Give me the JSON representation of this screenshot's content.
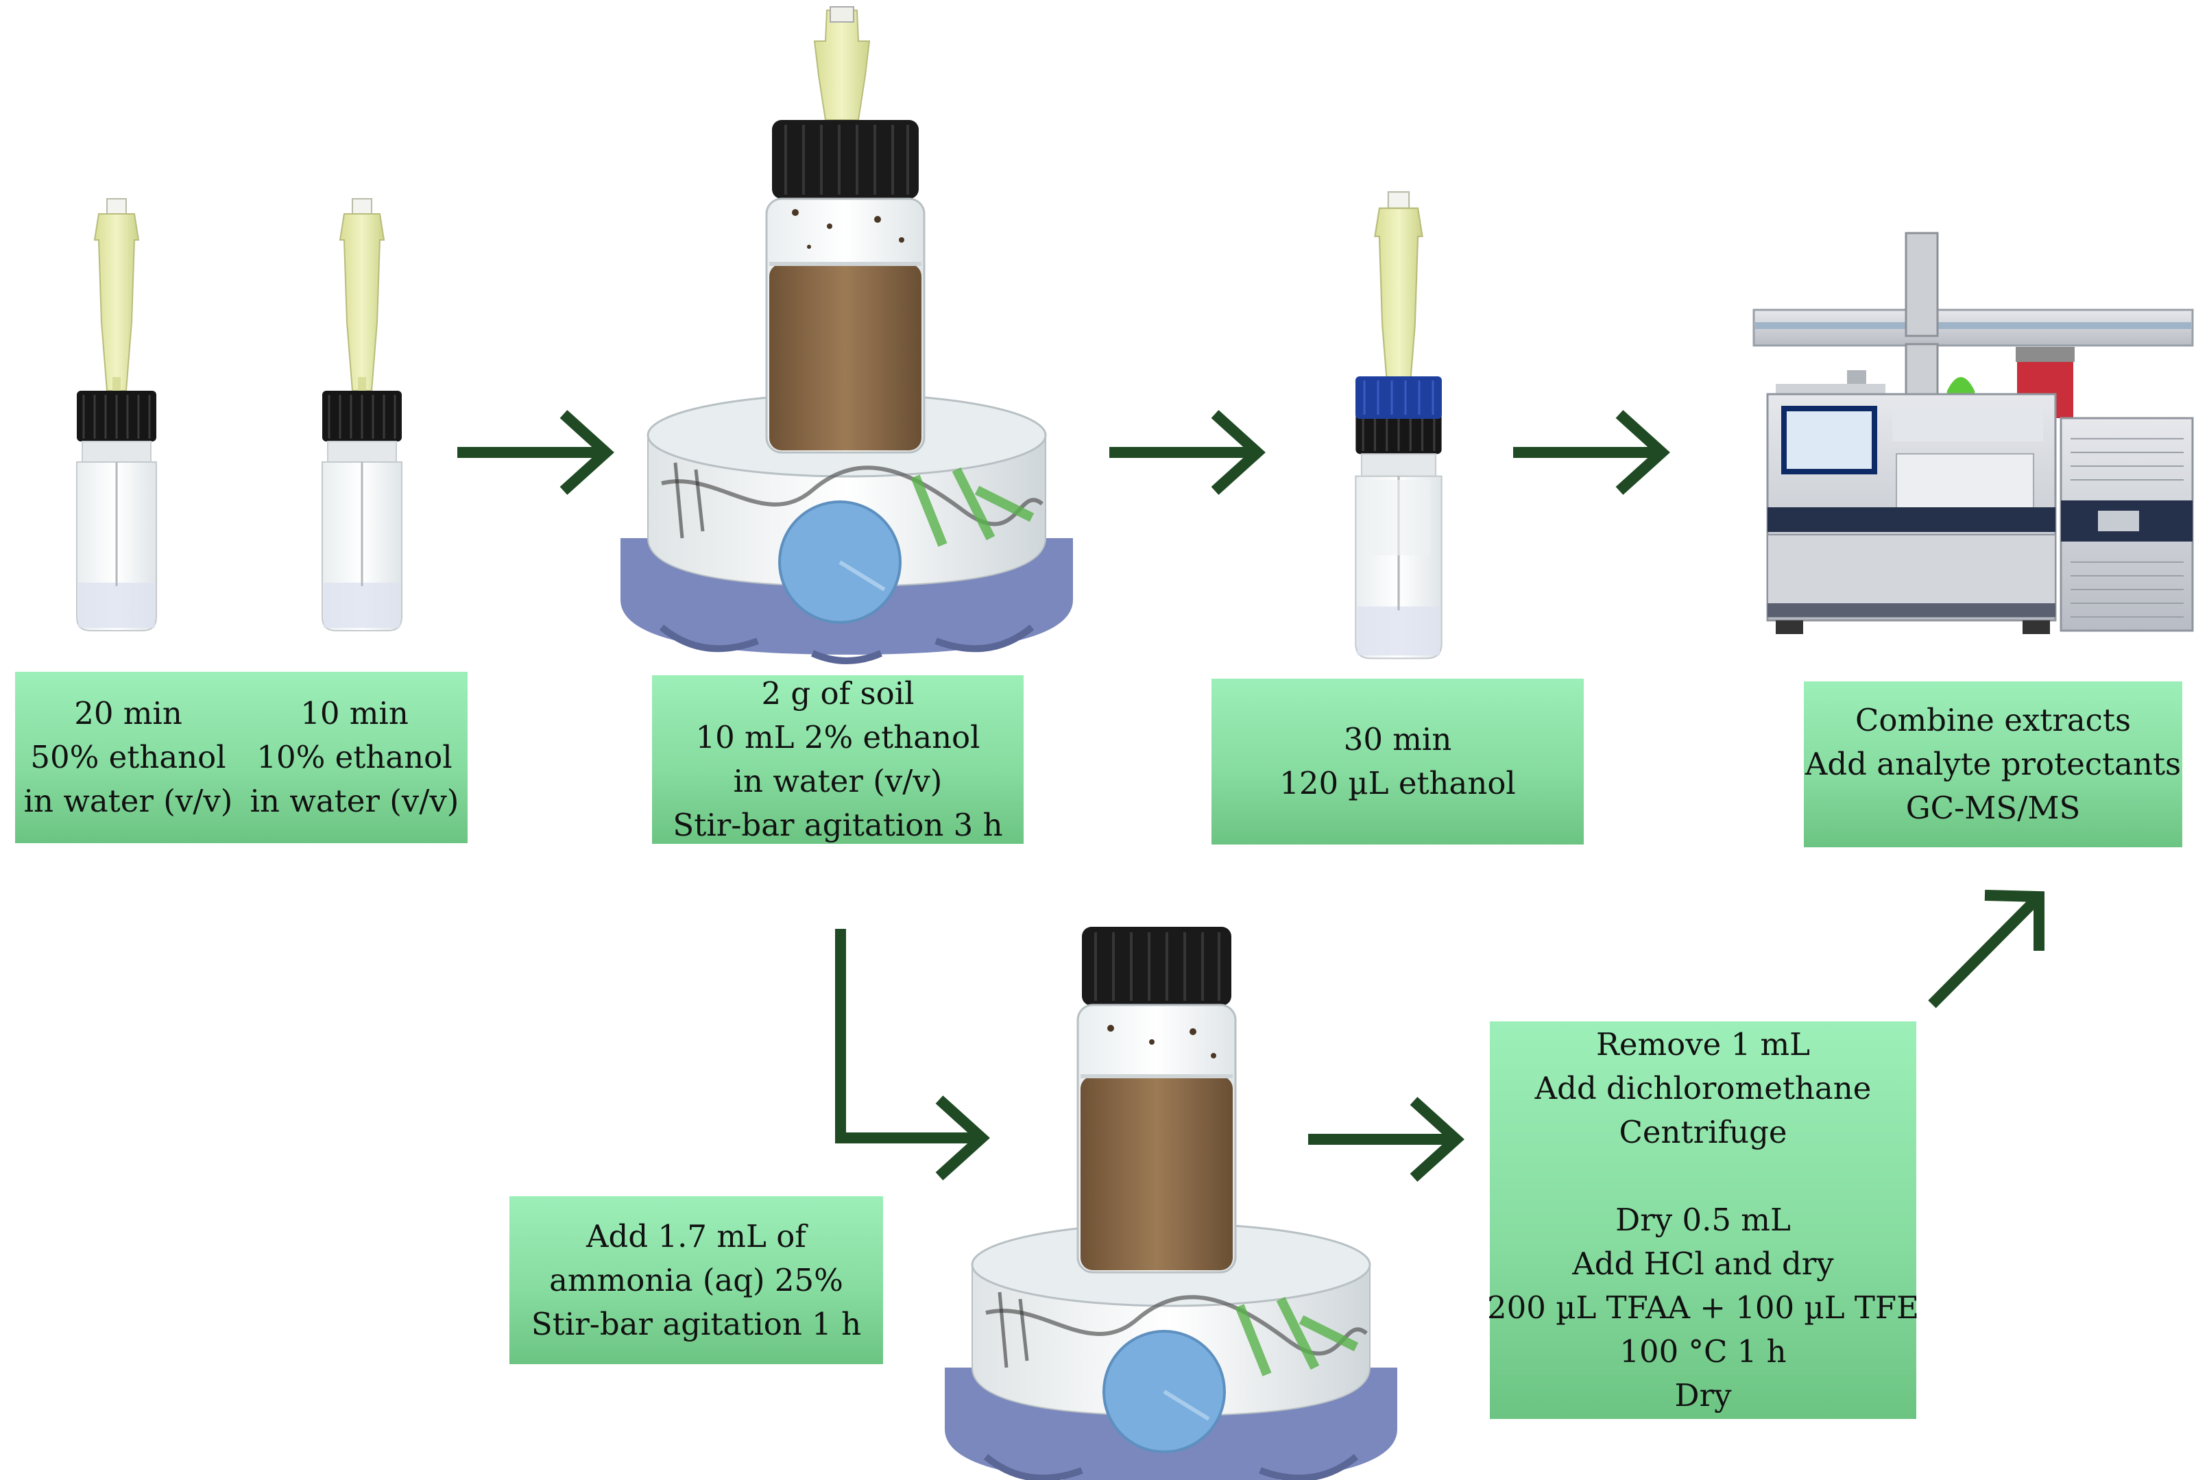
{
  "colors": {
    "arrow": "#1f4a23",
    "box_top": "#9cefb8",
    "box_bottom": "#6cc482",
    "vial_cap_black": "#151515",
    "vial_cap_blue": "#1f3f9e",
    "filter_tip": "#e4e9a6",
    "soil": "#8a6a4a",
    "stirrer_base": "#7a86b8",
    "knob": "#7fb0dd",
    "instrument_body": "#d5d7dc",
    "instrument_dark": "#25304a"
  },
  "icons": [
    "filter-vial-icon",
    "soil-vial-on-stirrer-icon",
    "small-filter-vial-icon",
    "gc-ms-instrument-icon",
    "arrow-icon"
  ],
  "steps": {
    "prewash": {
      "col1": [
        "20 min",
        "50% ethanol",
        "in water (v/v)"
      ],
      "col2": [
        "10 min",
        "10% ethanol",
        "in water (v/v)"
      ]
    },
    "extraction": [
      "2 g of soil",
      "10 mL 2% ethanol",
      "in water (v/v)",
      "Stir-bar agitation 3 h"
    ],
    "elution": [
      "30 min",
      "120 µL ethanol"
    ],
    "final": [
      "Combine extracts",
      "Add analyte protectants",
      "GC-MS/MS"
    ],
    "ammonia": [
      "Add 1.7 mL of",
      "ammonia (aq) 25%",
      "Stir-bar agitation 1 h"
    ],
    "derivatization": [
      "Remove 1 mL",
      "Add dichloromethane",
      "Centrifuge",
      "",
      "Dry 0.5 mL",
      "Add HCl and dry",
      "200 µL TFAA + 100 µL TFE",
      "100 °C 1 h",
      "Dry"
    ]
  }
}
